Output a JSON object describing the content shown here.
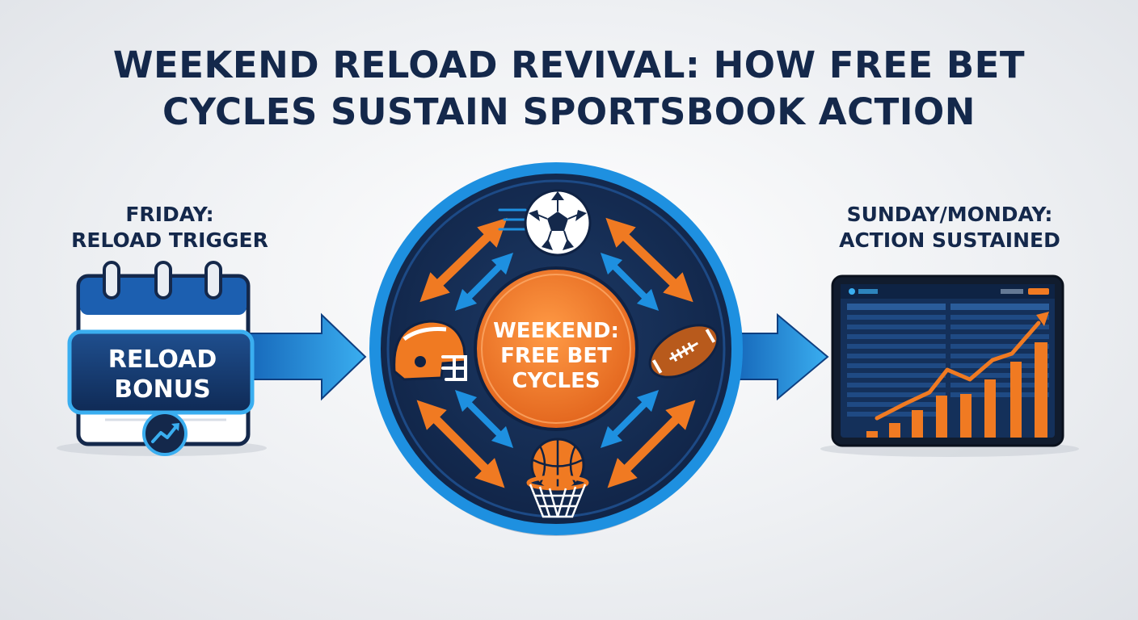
{
  "title": {
    "line1": "WEEKEND RELOAD REVIVAL: HOW FREE BET",
    "line2": "CYCLES SUSTAIN SPORTSBOOK ACTION"
  },
  "left": {
    "label_line1": "FRIDAY:",
    "label_line2": "RELOAD TRIGGER",
    "badge_line1": "RELOAD",
    "badge_line2": "BONUS",
    "icon": "trend-up-icon"
  },
  "center": {
    "hub_line1": "WEEKEND:",
    "hub_line2": "FREE BET",
    "hub_line3": "CYCLES",
    "sports": [
      "soccer-ball-icon",
      "football-helmet-icon",
      "american-football-icon",
      "basketball-hoop-icon"
    ]
  },
  "right": {
    "label_line1": "SUNDAY/MONDAY:",
    "label_line2": "ACTION SUSTAINED",
    "icon": "growth-chart-icon"
  },
  "colors": {
    "navy": "#14284b",
    "blue": "#1e90e0",
    "orange": "#f07a22"
  }
}
